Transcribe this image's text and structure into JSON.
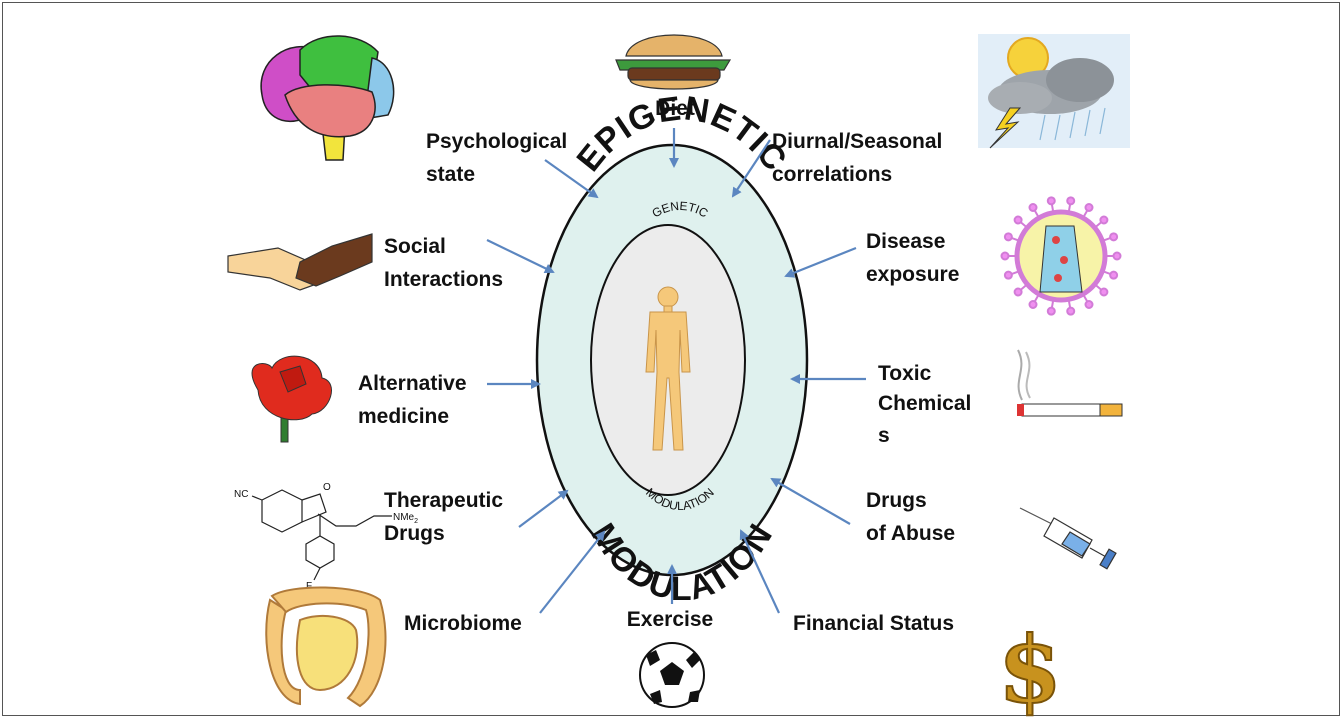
{
  "center": {
    "outer_label": "EPIGENETIC",
    "outer_label_bottom": "MODULATION",
    "inner_label": "GENETIC",
    "inner_label_bottom": "MODULATION"
  },
  "factors": {
    "diet": "Diet",
    "psychological_line1": "Psychological",
    "psychological_line2": "state",
    "diurnal_line1": "Diurnal/Seasonal",
    "diurnal_line2": "correlations",
    "social_line1": "Social",
    "social_line2": "Interactions",
    "disease_line1": "Disease",
    "disease_line2": "exposure",
    "alt_med_line1": "Alternative",
    "alt_med_line2": "medicine",
    "toxic_line1": "Toxic",
    "toxic_line2": "Chemical",
    "toxic_line3": "s",
    "therapeutic_line1": "Therapeutic",
    "therapeutic_line2": "Drugs",
    "abuse_line1": "Drugs",
    "abuse_line2": "of Abuse",
    "microbiome": "Microbiome",
    "exercise": "Exercise",
    "financial": "Financial Status"
  },
  "chemical_labels": {
    "nc": "NC",
    "nme2": "NMe",
    "sub2": "2",
    "o": "O",
    "f": "F"
  },
  "colors": {
    "arrow": "#5b86c0",
    "outer_ring": "#dff1ee",
    "inner_ring": "#ececec",
    "body": "#f5c87a"
  },
  "icons": [
    "brain-icon",
    "burger-icon",
    "storm-cloud-icon",
    "handshake-icon",
    "virus-icon",
    "rose-icon",
    "cigarette-icon",
    "molecule-icon",
    "syringe-icon",
    "intestine-icon",
    "soccer-ball-icon",
    "dollar-icon",
    "human-body-icon"
  ]
}
